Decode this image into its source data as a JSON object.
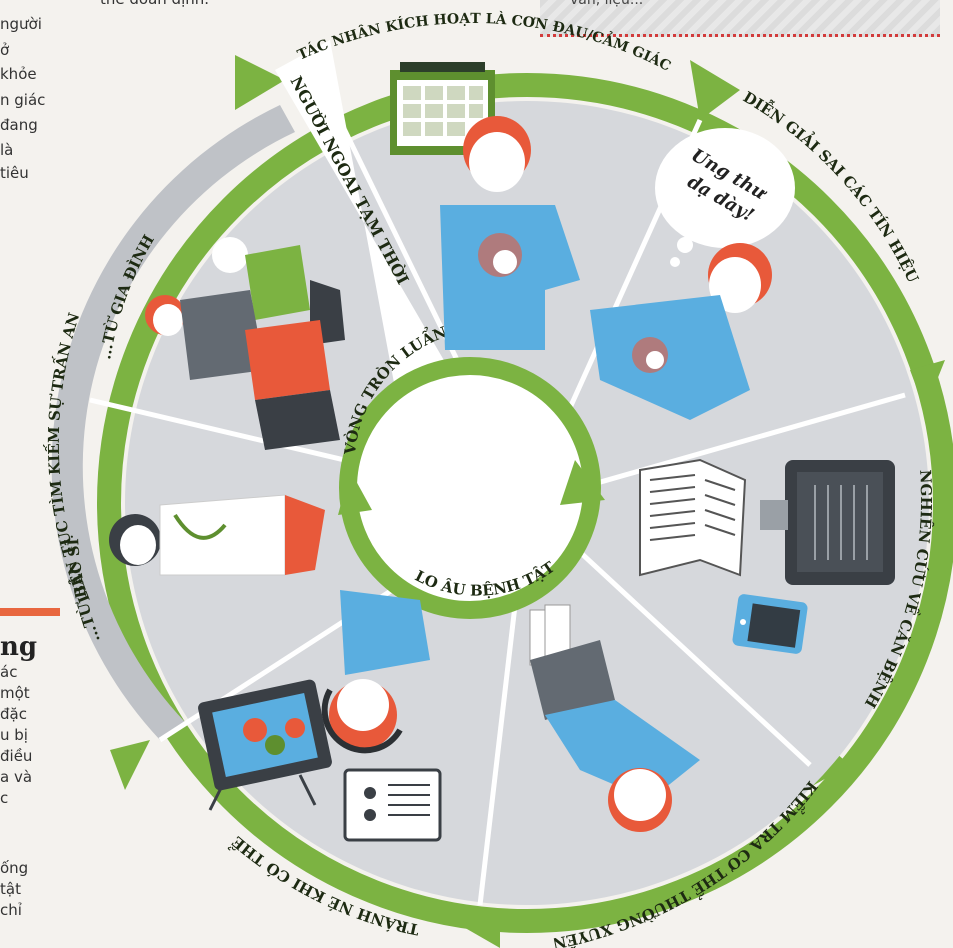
{
  "title": "VÒNG TRÒN LUẨN QUẨN CỦA",
  "subtitle": "LO ÂU BỆNH TẬT",
  "ring_labels": {
    "trigger": "TÁC NHÂN KÍCH HOẠT LÀ CƠN ĐAU/CẢM GIÁC",
    "misinterpret": "DIỄN GIẢI SAI CÁC TÍN HIỆU",
    "research": "NGHIÊN CỨU VỀ CĂN BỆNH",
    "check": "KIỂM TRA CƠ THỂ THƯỜNG XUYÊN",
    "avoid": "TRÁNH NÉ KHI CÓ THỂ",
    "reassurance": "LIÊN TỤC TÌM KIẾM SỰ TRẤN AN"
  },
  "inner_labels": {
    "family": "...TỪ GIA ĐÌNH",
    "doctor": "...TỪ BÁC SĨ",
    "relief": "NGƯỜI NGOAI TẠM THỜI"
  },
  "thought_bubble": {
    "line1": "Ung thư",
    "line2": "dạ dày!"
  },
  "side_text": {
    "top_lines": [
      "người",
      "ở",
      "khỏe",
      "n giác",
      "đang",
      "là",
      "tiêu"
    ],
    "heading": "ng",
    "bottom_lines_a": [
      "ác",
      "một",
      "đặc",
      "u bị",
      "điều",
      "a và",
      "c"
    ],
    "bottom_lines_b": [
      "ống",
      "tật",
      "chỉ"
    ],
    "top_fragment": "thể đoán định.",
    "top_box_text": "vấn, liệu..."
  },
  "colors": {
    "ring_green": "#7cb342",
    "ring_dark_green": "#5e8f2f",
    "wedge_gray": "#d6d8dc",
    "relief_white": "#ffffff",
    "person_blue": "#5aaee0",
    "hair_orange": "#e8593a",
    "skin_white": "#ffffff"
  }
}
